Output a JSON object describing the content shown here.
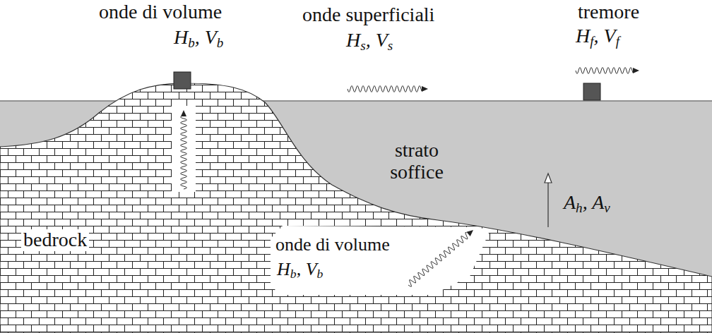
{
  "diagram": {
    "labels": [
      "onde di volume",
      "Hb, Vb",
      "onde superficiali",
      "Hs, Vs",
      "tremore",
      "Hf, Vf",
      "strato soffice",
      "Ah, Av",
      "bedrock",
      "onde di volume",
      "Hb, Vb"
    ]
  }
}
